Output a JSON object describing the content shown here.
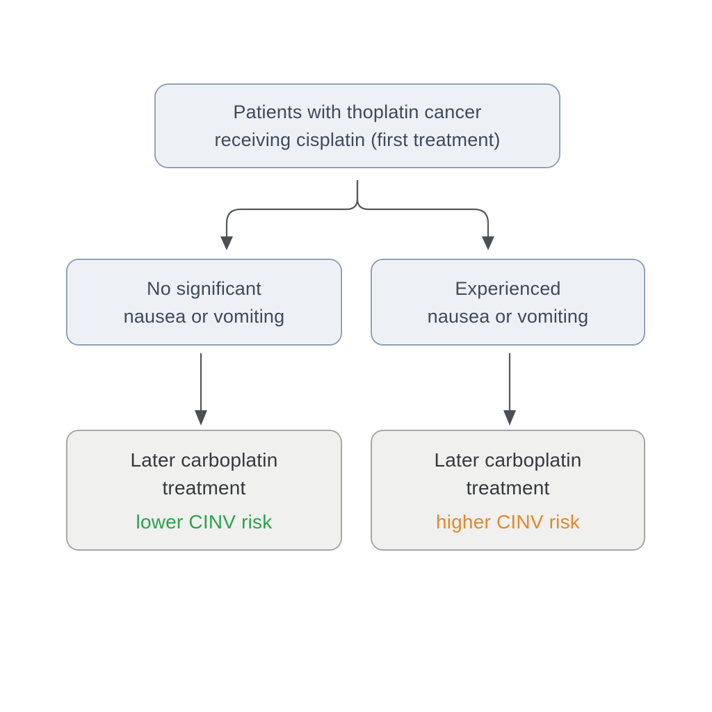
{
  "diagram": {
    "type": "flowchart",
    "background": "#ffffff",
    "colors": {
      "node_fill_blue": "#edf1f6",
      "node_border_blue": "#8da0b8",
      "node_fill_gray": "#f0f0ee",
      "node_border_gray": "#a7a7a5",
      "text_dark_slate": "#3e4a5c",
      "text_dark_gray": "#35393d",
      "arrow": "#4d5258",
      "lower_risk_green": "#2ba24e",
      "higher_risk_orange": "#e0892a"
    },
    "nodes": {
      "root": {
        "line1": "Patients with thoplatin cancer",
        "line2": "receiving cisplatin (first treatment)"
      },
      "no_nausea": {
        "line1": "No significant",
        "line2": "nausea or vomiting"
      },
      "experienced_nausea": {
        "line1": "Experienced",
        "line2": "nausea or vomiting"
      },
      "later_treatment_lower": {
        "line1": "Later carboplatin",
        "line2": "treatment",
        "risk": "lower CINV risk"
      },
      "later_treatment_higher": {
        "line1": "Later carboplatin",
        "line2": "treatment",
        "risk": "higher CINV risk"
      }
    },
    "edges": [
      {
        "from": "root",
        "to": "no_nausea"
      },
      {
        "from": "root",
        "to": "experienced_nausea"
      },
      {
        "from": "no_nausea",
        "to": "later_treatment_lower"
      },
      {
        "from": "experienced_nausea",
        "to": "later_treatment_higher"
      }
    ]
  }
}
